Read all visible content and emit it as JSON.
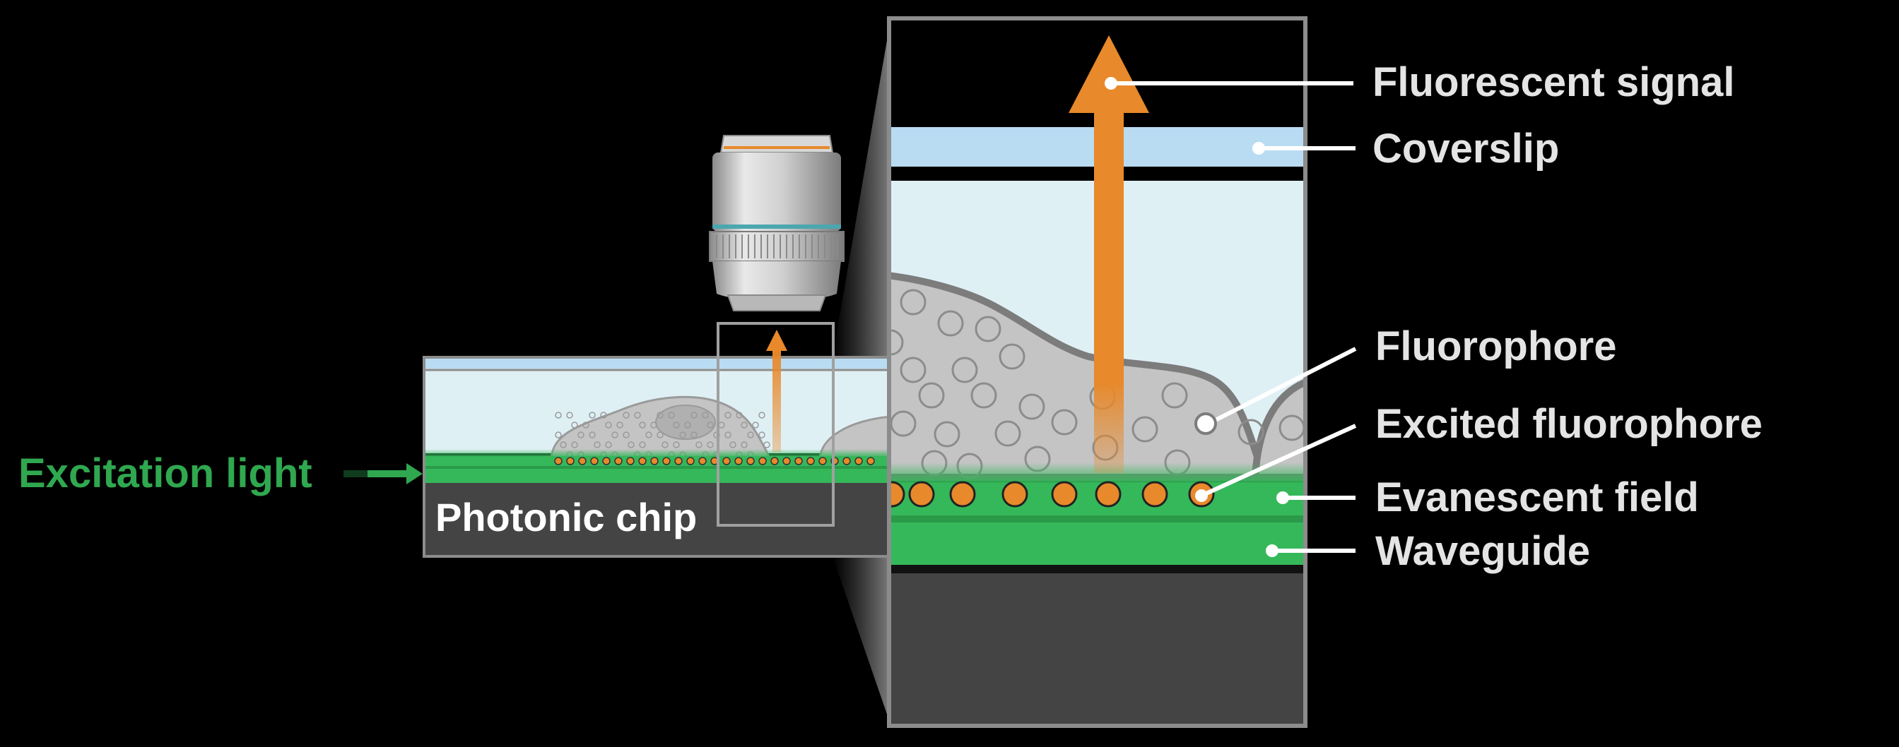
{
  "labels": {
    "excitation_light": "Excitation light",
    "photonic_chip": "Photonic chip",
    "fluorescent_signal": "Fluorescent signal",
    "coverslip": "Coverslip",
    "fluorophore": "Fluorophore",
    "excited_fluorophore": "Excited fluorophore",
    "evanescent_field": "Evanescent field",
    "waveguide": "Waveguide"
  },
  "colors": {
    "background": "#000000",
    "excitation_green": "#2fa84f",
    "waveguide_green": "#35b85a",
    "signal_orange": "#e8892b",
    "coverslip_blue": "#b9dcf3",
    "medium_blue": "#dff0f5",
    "cell_gray": "#c4c4c4",
    "chip_dark": "#444444",
    "label_text": "#e4e4e4"
  }
}
